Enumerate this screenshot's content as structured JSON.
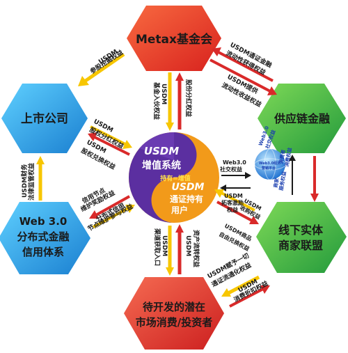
{
  "nodes": {
    "top": {
      "label": "Metax基金会"
    },
    "left_top": {
      "label": "上市公司"
    },
    "right_top": {
      "label": "供应链金融"
    },
    "left_bottom": {
      "line1": "Web 3.0",
      "line2": "分布式金融",
      "line3": "信用体系"
    },
    "right_bottom": {
      "line1": "线下实体",
      "line2": "商家联盟"
    },
    "bottom": {
      "line1": "待开发的潜在",
      "line2": "市场消费/投资者"
    }
  },
  "center": {
    "title": "USDM",
    "subtitle": "增值系统",
    "slogan": "持有=增值",
    "right_title": "USDM",
    "right_line1": "通证持有",
    "right_line2": "用户"
  },
  "edges": {
    "top_left_1": "USDM",
    "top_left_2": "参股挖掘权益",
    "top_right_a1": "USDM通证金融",
    "top_right_a2": "流动性获得权益",
    "top_right_b1": "USDM提供",
    "top_right_b2": "流动性收益权益",
    "top_center_a1": "USDM",
    "top_center_a2": "基金入伙权益",
    "top_center_b1": "股份分红权益",
    "left_center_a1": "USDM",
    "left_center_a2": "股权分红权益",
    "left_center_b1": "USDM",
    "left_center_b2": "股权兑换权益",
    "left_vert_1": "USDM财务",
    "left_vert_2": "法律监管权益",
    "lb_center_a1": "信用节点",
    "lb_center_a2": "维护奖励权益",
    "lb_center_b1": "分布式信用",
    "lb_center_b2": "节点维护参与权益",
    "right_center_a1": "Web3.0",
    "right_center_a2": "社交权益",
    "right_center_b1": "USDM",
    "right_center_b2": "拓客激励",
    "right_center_b3": "权益",
    "right_vert_a1": "Web3.0",
    "right_vert_a2": "社交权益",
    "right_vert_b1": "消费者",
    "right_vert_b2": "消费权益",
    "right_vert_c1": "商家",
    "right_vert_c2": "服务权益",
    "globe_1": "Web3.0经济",
    "globe_2": "营销平台",
    "rb_center_a1": "USDM",
    "rb_center_a2": "收购权益",
    "rb_center_b1": "USDM商品",
    "rb_center_b2": "自由兑换权益",
    "bottom_center_a1": "USDM",
    "bottom_center_a2": "渠道获取入口",
    "bottom_center_b1": "USDM",
    "bottom_center_b2": "资产流转权益",
    "rb_bottom_a1": "USDM赋予一切",
    "rb_bottom_a2": "通证流通化权益",
    "rb_bottom_b1": "USDM",
    "rb_bottom_b2": "消费折扣权益"
  },
  "colors": {
    "top": "#e8322a",
    "left_top": "#2aa8e8",
    "right_top": "#3ab44a",
    "left_bottom": "#1f93d9",
    "right_bottom": "#36b24a",
    "bottom": "#e8342e",
    "arrow_yellow": "#f7c600",
    "arrow_red": "#d92a2a",
    "center_purple": "#5b2fa0",
    "center_orange": "#f29a1a"
  }
}
